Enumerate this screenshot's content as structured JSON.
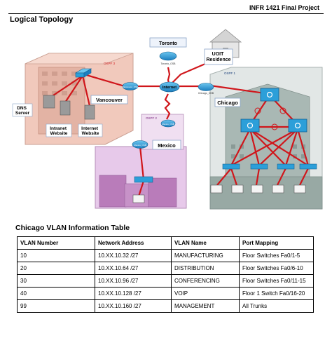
{
  "header": {
    "doc_title": "INFR 1421 Final Project"
  },
  "topology": {
    "section_title": "Logical Topology",
    "labels": {
      "toronto": "Toronto",
      "uoit": "UOIT Residence",
      "vancouver": "Vancouver",
      "internet": "Internet",
      "chicago": "Chicago",
      "mexico": "Mexico",
      "dns": "DNS Server",
      "intranet": "Intranet Website",
      "internet_site": "Internet Website",
      "ospf3": "OSPF 3",
      "ospf1": "OSPF 1",
      "ospf2": "OSPF 2",
      "r_toronto": "Toronto_OSB",
      "r_vancouver": "Vancouver_OSB",
      "r_chicago": "Chicago_OSB",
      "r_mexico": "Mexico_OSB",
      "r_mexico_edge": "Mexico_OSB"
    },
    "colors": {
      "link": "#d0161b",
      "vancouver_zone": "#f1c9bc",
      "chicago_zone": "#e2e7e6",
      "mexico_zone": "#e7c9ea",
      "router": "#2c9fd9"
    }
  },
  "vlan_table": {
    "title": "Chicago VLAN Information Table",
    "headers": [
      "VLAN Number",
      "Network Address",
      "VLAN Name",
      "Port Mapping"
    ],
    "rows": [
      [
        "10",
        "10.XX.10.32 /27",
        "MANUFACTURING",
        "Floor Switches Fa0/1-5"
      ],
      [
        "20",
        "10.XX.10.64 /27",
        "DISTRIBUTION",
        "Floor Switches Fa0/6-10"
      ],
      [
        "30",
        "10.XX.10.96 /27",
        "CONFERENCING",
        "Floor Switches Fa0/11-15"
      ],
      [
        "40",
        "10.XX.10.128 /27",
        "VOIP",
        "Floor 1 Switch Fa0/16-20"
      ],
      [
        "99",
        "10.XX.10.160 /27",
        "MANAGEMENT",
        "All Trunks"
      ]
    ]
  }
}
